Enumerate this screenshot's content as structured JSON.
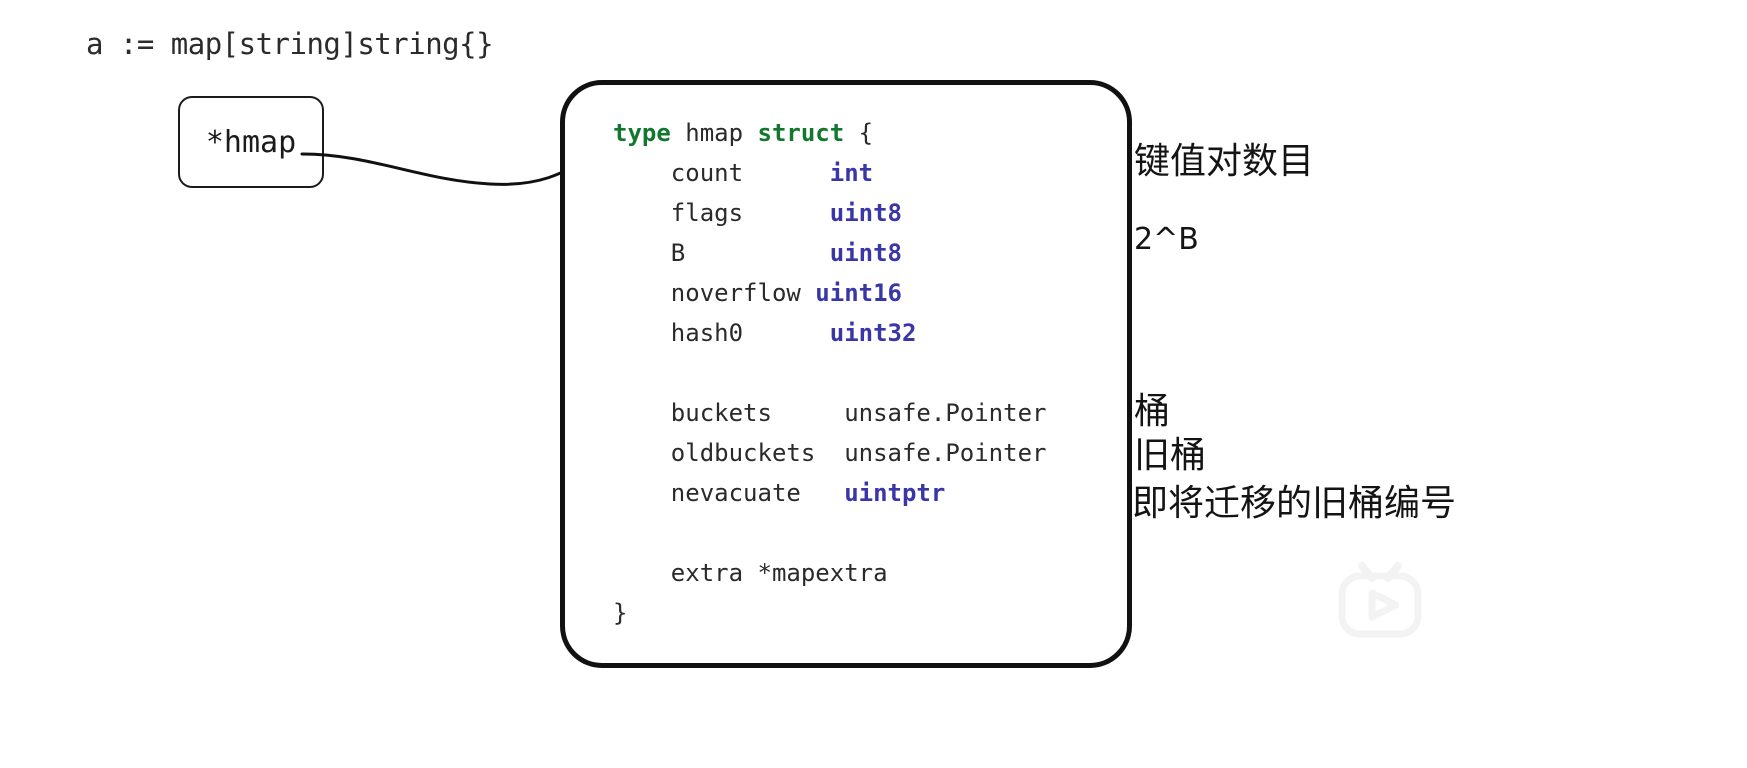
{
  "declaration": "a := map[string]string{}",
  "pointer_box": {
    "label": "*hmap"
  },
  "struct_code": {
    "header_kw1": "type",
    "header_name": " hmap ",
    "header_kw2": "struct",
    "header_brace": " {",
    "fields": [
      {
        "name": "count",
        "pad": "      ",
        "type": "int",
        "type_style": "keyword-type"
      },
      {
        "name": "flags",
        "pad": "      ",
        "type": "uint8",
        "type_style": "keyword-type"
      },
      {
        "name": "B",
        "pad": "          ",
        "type": "uint8",
        "type_style": "keyword-type"
      },
      {
        "name": "noverflow",
        "pad": " ",
        "type": "uint16",
        "type_style": "keyword-type"
      },
      {
        "name": "hash0",
        "pad": "      ",
        "type": "uint32",
        "type_style": "keyword-type"
      },
      {
        "name": "buckets",
        "pad": "     ",
        "type": "unsafe.Pointer",
        "type_style": "plain"
      },
      {
        "name": "oldbuckets",
        "pad": "  ",
        "type": "unsafe.Pointer",
        "type_style": "plain"
      },
      {
        "name": "nevacuate",
        "pad": "   ",
        "type": "uintptr",
        "type_style": "keyword-type"
      },
      {
        "name": "extra *mapextra",
        "pad": "",
        "type": "",
        "type_style": "plain"
      }
    ],
    "closing_brace": "}"
  },
  "annotations": {
    "count": "键值对数目",
    "b": "2^B",
    "buckets": "桶",
    "oldbuckets": "旧桶",
    "nevacuate": "即将迁移的旧桶编号"
  },
  "watermark": {
    "name": "bilibili-tv-play-logo"
  },
  "colors": {
    "keyword_green": "#14772f",
    "type_blue": "#3a36a8",
    "code_text": "#2a2a2a",
    "outline": "#111111",
    "rail_orange": "#e8954a",
    "rail_panel": "#eff0f2"
  }
}
